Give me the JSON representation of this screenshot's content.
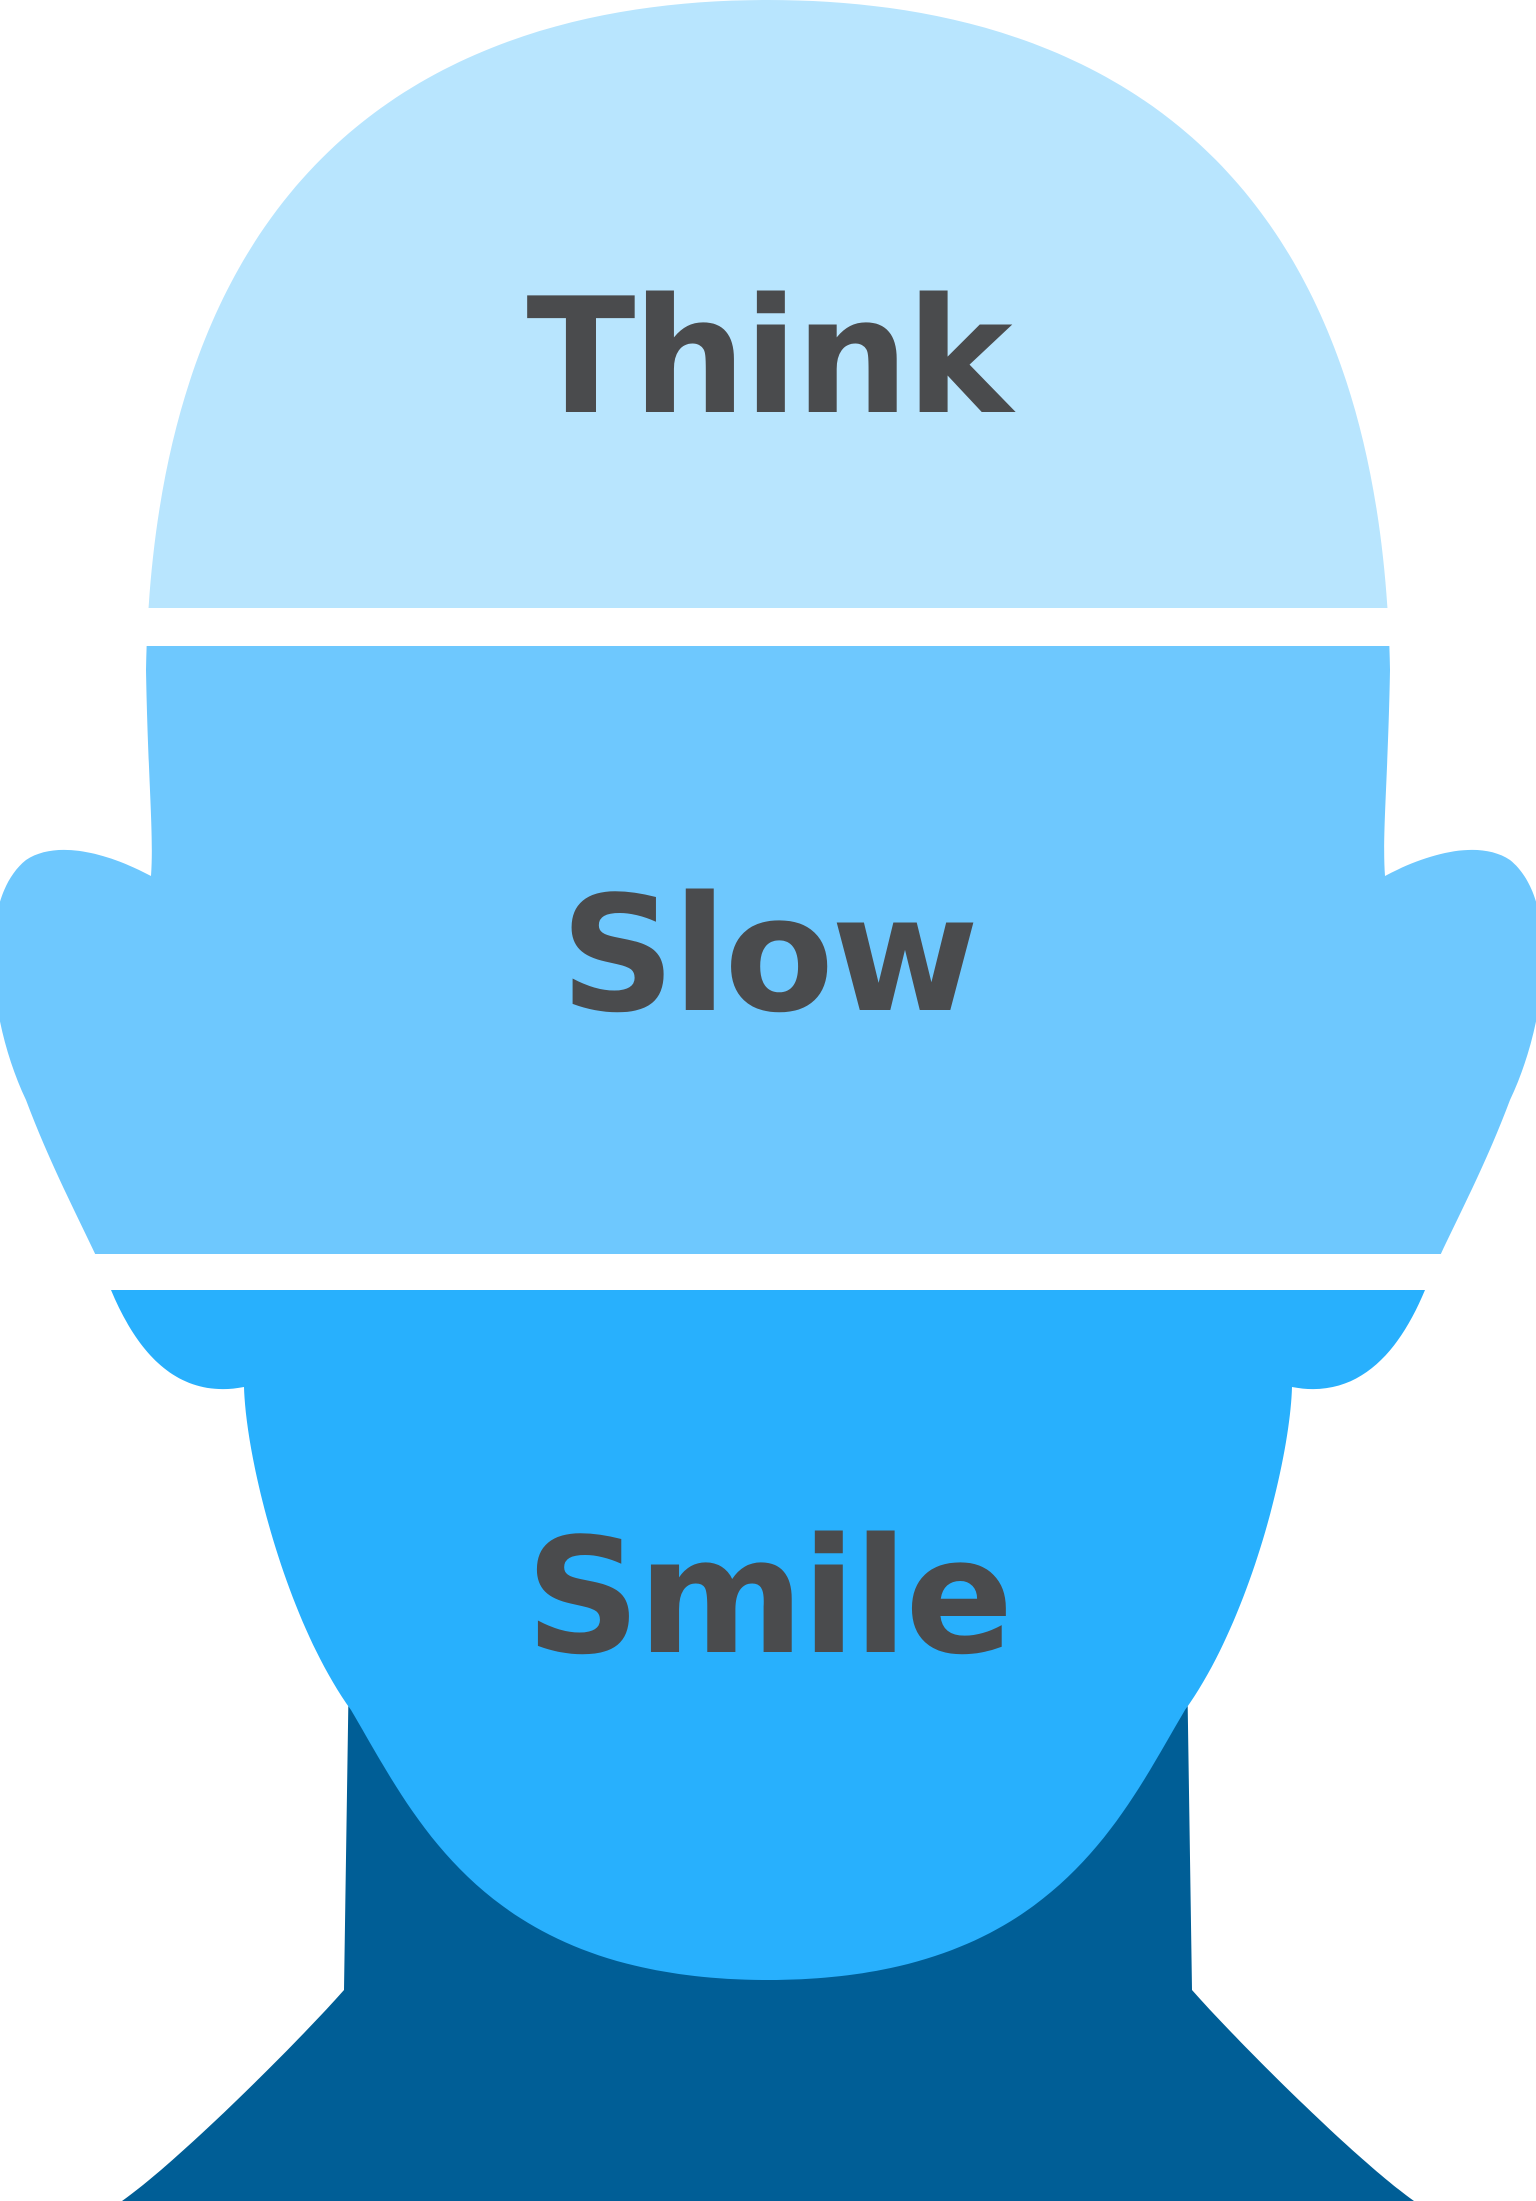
{
  "diagram": {
    "colors": {
      "top_band": "#b8e5fe",
      "middle_band": "#6ec8fe",
      "bottom_band": "#28b0fd",
      "neck": "#005e96",
      "label_text": "#4a4b4d",
      "background": "#ffffff"
    },
    "bands": [
      {
        "id": "top",
        "label": "Think"
      },
      {
        "id": "middle",
        "label": "Slow"
      },
      {
        "id": "bottom",
        "label": "Smile"
      }
    ]
  }
}
